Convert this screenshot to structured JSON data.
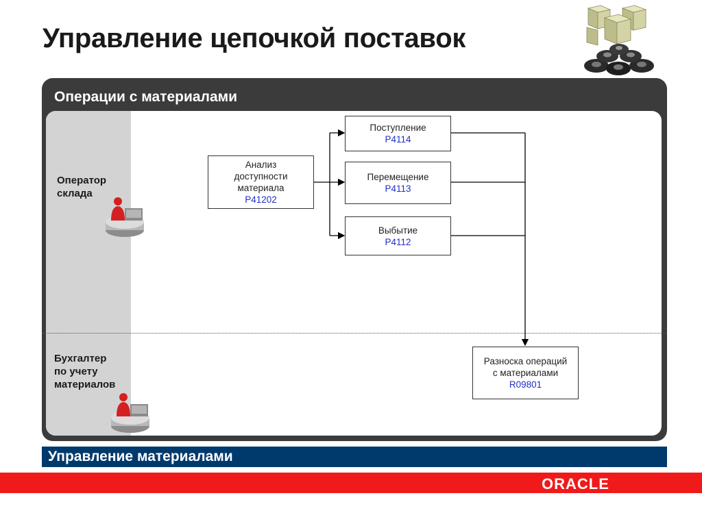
{
  "slide": {
    "title": "Управление цепочкой поставок",
    "section_title": "Операции с материалами",
    "footer_title": "Управление материалами",
    "brand": "ORACLE"
  },
  "lanes": {
    "warehouse": {
      "line1": "Оператор",
      "line2": "склада"
    },
    "accountant": {
      "line1": "Бухгалтер",
      "line2": "по учету",
      "line3": "материалов"
    }
  },
  "boxes": {
    "availability": {
      "line1": "Анализ",
      "line2": "доступности",
      "line3": "материала",
      "code": "P41202"
    },
    "receipt": {
      "line1": "Поступление",
      "code": "P4114"
    },
    "transfer": {
      "line1": "Перемещение",
      "code": "P4113"
    },
    "issue": {
      "line1": "Выбытие",
      "code": "P4112"
    },
    "posting": {
      "line1": "Разноска операций",
      "line2": "с материалами",
      "code": "R09801"
    }
  },
  "colors": {
    "title_text": "#1a1a1a",
    "dark_panel": "#3b3b3b",
    "lane_strip": "#d3d3d3",
    "code_text": "#1f2fc8",
    "footer_band": "#003a6c",
    "red_band": "#f01a1a",
    "person_body": "#d42020",
    "desk_gray": "#9a9a9a"
  },
  "icons": {
    "header": "boxes-and-tires-icon",
    "warehouse_role": "person-at-desk-icon",
    "accountant_role": "person-at-desk-icon"
  }
}
